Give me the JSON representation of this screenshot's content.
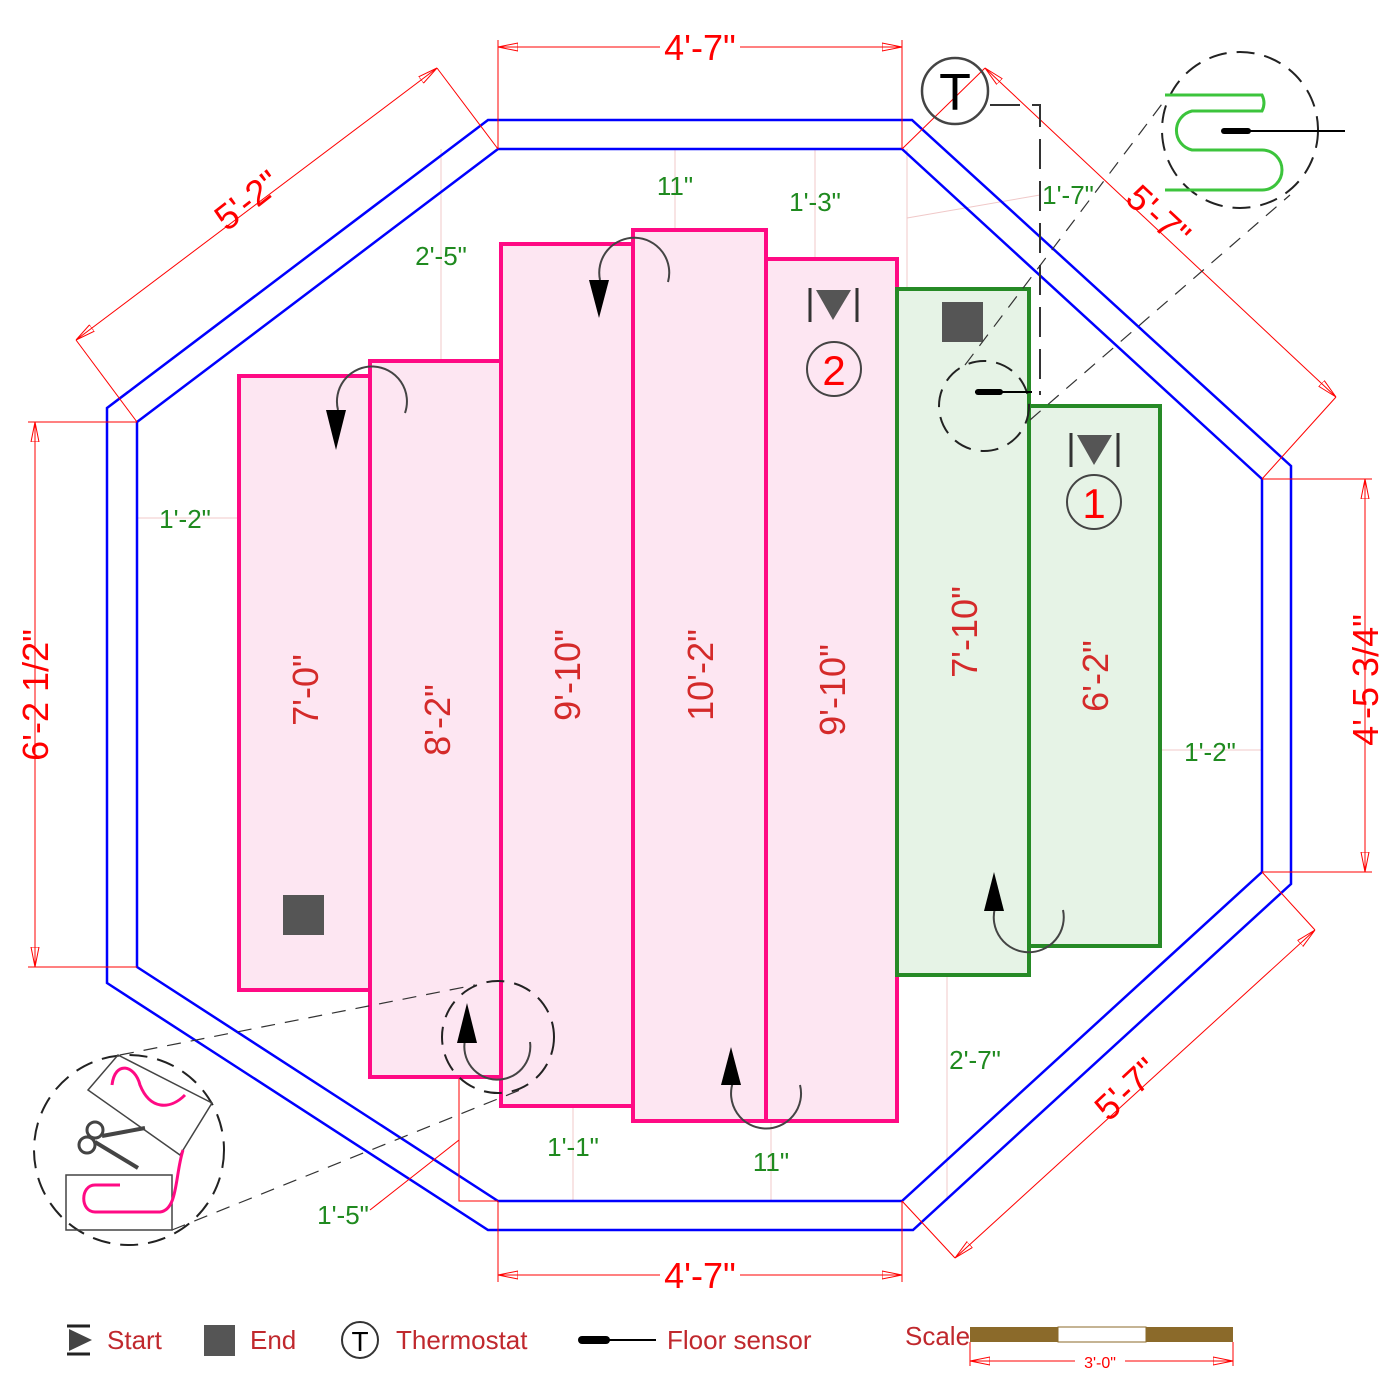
{
  "colors": {
    "wall": "#0000ff",
    "zone2": "#ff0a84",
    "zone1": "#268a26",
    "dimension": "#ff0000",
    "clearance": "#1f8a1f",
    "scale_bar": "#8b6a2a"
  },
  "dimensions": {
    "top": "4'-7\"",
    "bottom": "4'-7\"",
    "top_left": "5'-2\"",
    "top_right": "5'-7\"",
    "bottom_right": "5'-7\"",
    "left": "6'-2 1/2\"",
    "right": "4'-5 3/4\""
  },
  "clearances": {
    "c1": "11\"",
    "c2": "1'-3\"",
    "c3": "2'-5\"",
    "c4": "1'-7\"",
    "c5": "1'-2\"",
    "c6": "1'-2\"",
    "c7": "2'-7\"",
    "c8": "1'-1\"",
    "c9": "11\"",
    "c10": "1'-5\""
  },
  "strips": [
    {
      "length": "7'-0\"",
      "zone": 2
    },
    {
      "length": "8'-2\"",
      "zone": 2
    },
    {
      "length": "9'-10\"",
      "zone": 2
    },
    {
      "length": "10'-2\"",
      "zone": 2
    },
    {
      "length": "9'-10\"",
      "zone": 2
    },
    {
      "length": "7'-10\"",
      "zone": 1
    },
    {
      "length": "6'-2\"",
      "zone": 1
    }
  ],
  "zones": {
    "zone1": "1",
    "zone2": "2"
  },
  "thermostat_symbol": "T",
  "legend": {
    "start": "Start",
    "end": "End",
    "thermostat": "Thermostat",
    "thermostat_symbol": "T",
    "floor_sensor": "Floor sensor",
    "scale": "Scale",
    "scale_length": "3'-0\""
  }
}
